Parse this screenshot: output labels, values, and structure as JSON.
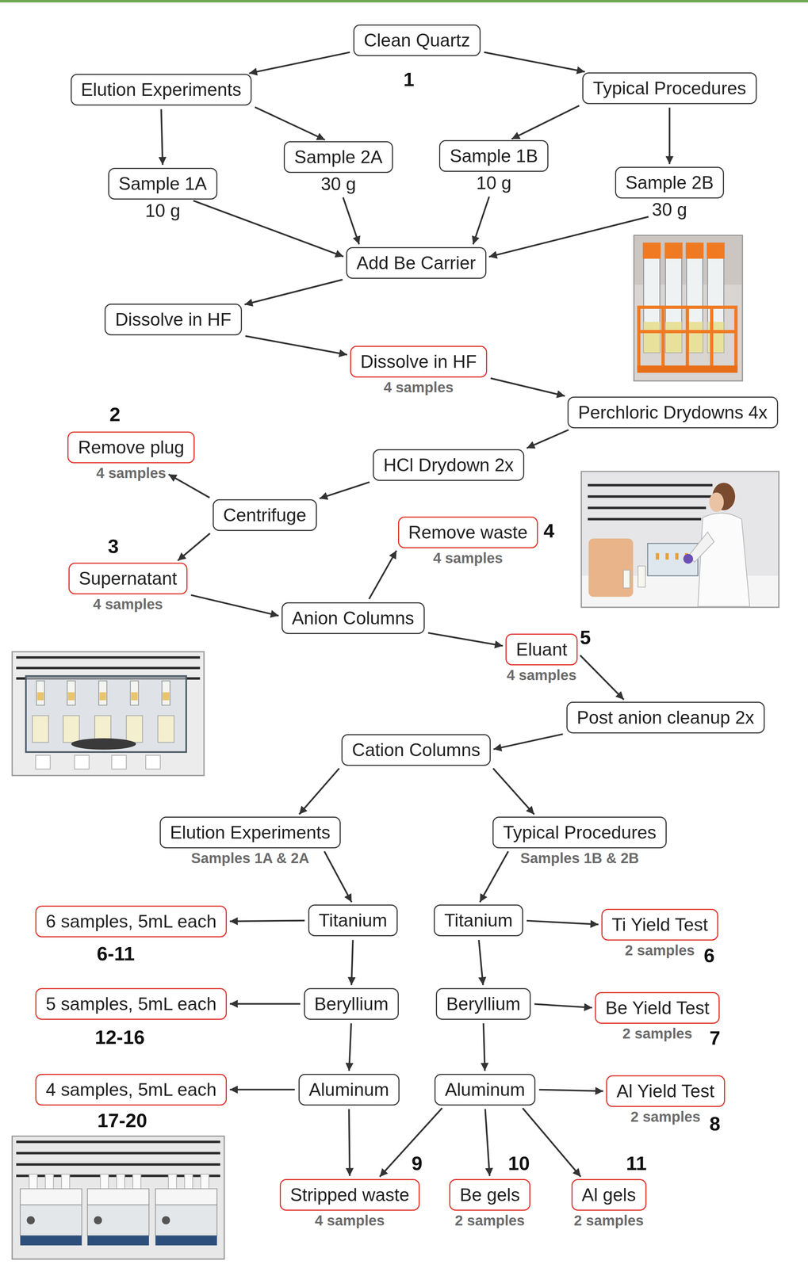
{
  "diagram": {
    "nodes": [
      {
        "text": [
          "Clean Quartz"
        ]
      },
      {
        "text": [
          "Elution Experiments"
        ]
      },
      {
        "text": [
          "Typical Procedures"
        ]
      },
      {
        "text": [
          "Sample 1A",
          "10 g"
        ]
      },
      {
        "text": [
          "Sample 2A",
          "30 g"
        ]
      },
      {
        "text": [
          "Sample 1B",
          "10 g"
        ]
      },
      {
        "text": [
          "Sample 2B",
          "30 g"
        ]
      },
      {
        "text": [
          "Add Be Carrier"
        ]
      },
      {
        "text": [
          "Dissolve in HF"
        ]
      },
      {
        "text": [
          "Dissolve in HF",
          "4 samples"
        ]
      },
      {
        "text": [
          "Perchloric Drydowns 4x"
        ]
      },
      {
        "text": [
          "HCl Drydown 2x"
        ]
      },
      {
        "text": [
          "Centrifuge"
        ]
      },
      {
        "text": [
          "Remove plug",
          "4 samples"
        ]
      },
      {
        "text": [
          "Supernatant",
          "4 samples"
        ]
      },
      {
        "text": [
          "Anion Columns"
        ]
      },
      {
        "text": [
          "Remove waste",
          "4 samples"
        ]
      },
      {
        "text": [
          "Eluant",
          "4 samples"
        ]
      },
      {
        "text": [
          "Post anion cleanup 2x"
        ]
      },
      {
        "text": [
          "Cation Columns"
        ]
      },
      {
        "text": [
          "Elution Experiments",
          "Samples 1A & 2A"
        ]
      },
      {
        "text": [
          "Typical Procedures",
          "Samples 1B & 2B"
        ]
      },
      {
        "text": [
          "Titanium"
        ]
      },
      {
        "text": [
          "6 samples, 5mL each"
        ]
      },
      {
        "text": [
          "Titanium"
        ]
      },
      {
        "text": [
          "Ti Yield Test",
          "2 samples"
        ]
      },
      {
        "text": [
          "Beryllium"
        ]
      },
      {
        "text": [
          "5 samples, 5mL each"
        ]
      },
      {
        "text": [
          "Beryllium"
        ]
      },
      {
        "text": [
          "Be Yield Test",
          "2 samples"
        ]
      },
      {
        "text": [
          "Aluminum"
        ]
      },
      {
        "text": [
          "4 samples, 5mL each"
        ]
      },
      {
        "text": [
          "Aluminum"
        ]
      },
      {
        "text": [
          "Al Yield Test",
          "2 samples"
        ]
      },
      {
        "text": [
          "Stripped waste",
          "4 samples"
        ]
      },
      {
        "text": [
          "Be gels",
          "2 samples"
        ]
      },
      {
        "text": [
          "Al gels",
          "2 samples"
        ]
      }
    ],
    "edges": [
      {
        "from": 0,
        "to": 1,
        "arrow": "to"
      },
      {
        "from": 0,
        "to": 2,
        "arrow": "to"
      },
      {
        "from": 1,
        "to": 3,
        "arrow": "to"
      },
      {
        "from": 1,
        "to": 4,
        "arrow": "to"
      },
      {
        "from": 2,
        "to": 5,
        "arrow": "to"
      },
      {
        "from": 2,
        "to": 6,
        "arrow": "to"
      },
      {
        "from": 3,
        "to": 7,
        "arrow": "to"
      },
      {
        "from": 4,
        "to": 7,
        "arrow": "to"
      },
      {
        "from": 5,
        "to": 7,
        "arrow": "to"
      },
      {
        "from": 6,
        "to": 7,
        "arrow": "to"
      },
      {
        "from": 7,
        "to": 8,
        "arrow": "to"
      },
      {
        "from": 8,
        "to": 9,
        "arrow": "to"
      },
      {
        "from": 9,
        "to": 10,
        "arrow": "to"
      },
      {
        "from": 10,
        "to": 11,
        "arrow": "to"
      },
      {
        "from": 11,
        "to": 12,
        "arrow": "to"
      },
      {
        "from": 12,
        "to": 13,
        "arrow": "to"
      },
      {
        "from": 12,
        "to": 14,
        "arrow": "to"
      },
      {
        "from": 14,
        "to": 15,
        "arrow": "to"
      },
      {
        "from": 15,
        "to": 16,
        "arrow": "to"
      },
      {
        "from": 15,
        "to": 17,
        "arrow": "to"
      },
      {
        "from": 17,
        "to": 18,
        "arrow": "to"
      },
      {
        "from": 18,
        "to": 19,
        "arrow": "to"
      },
      {
        "from": 19,
        "to": 20,
        "arrow": "to"
      },
      {
        "from": 19,
        "to": 21,
        "arrow": "to"
      },
      {
        "from": 20,
        "to": 22,
        "arrow": "to"
      },
      {
        "from": 21,
        "to": 24,
        "arrow": "to"
      },
      {
        "from": 22,
        "to": 23,
        "arrow": "to"
      },
      {
        "from": 22,
        "to": 26,
        "arrow": "to"
      },
      {
        "from": 26,
        "to": 27,
        "arrow": "to"
      },
      {
        "from": 26,
        "to": 30,
        "arrow": "to"
      },
      {
        "from": 30,
        "to": 31,
        "arrow": "to"
      },
      {
        "from": 30,
        "to": 34,
        "arrow": "to"
      },
      {
        "from": 24,
        "to": 25,
        "arrow": "to"
      },
      {
        "from": 24,
        "to": 28,
        "arrow": "to"
      },
      {
        "from": 28,
        "to": 29,
        "arrow": "to"
      },
      {
        "from": 28,
        "to": 32,
        "arrow": "to"
      },
      {
        "from": 32,
        "to": 33,
        "arrow": "to"
      },
      {
        "from": 32,
        "to": 34,
        "arrow": "to"
      },
      {
        "from": 32,
        "to": 35,
        "arrow": "to"
      },
      {
        "from": 32,
        "to": 36,
        "arrow": "to"
      }
    ],
    "labels": [
      "1",
      "2",
      "4",
      "3",
      "5",
      "6-11",
      "6",
      "12-16",
      "7",
      "17-20",
      "8",
      "9",
      "10",
      "11"
    ]
  }
}
